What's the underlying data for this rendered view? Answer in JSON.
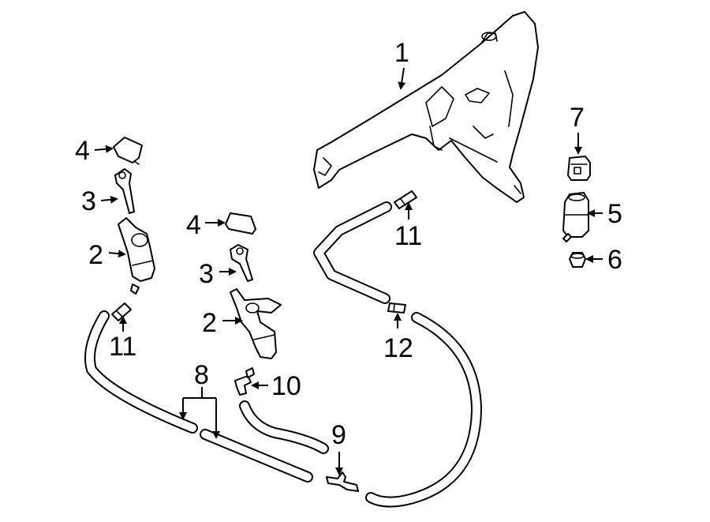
{
  "callouts": {
    "c1": "1",
    "c2a": "2",
    "c2b": "2",
    "c3a": "3",
    "c3b": "3",
    "c4a": "4",
    "c4b": "4",
    "c5": "5",
    "c6": "6",
    "c7": "7",
    "c8": "8",
    "c9": "9",
    "c10": "10",
    "c11a": "11",
    "c11b": "11",
    "c12": "12"
  }
}
